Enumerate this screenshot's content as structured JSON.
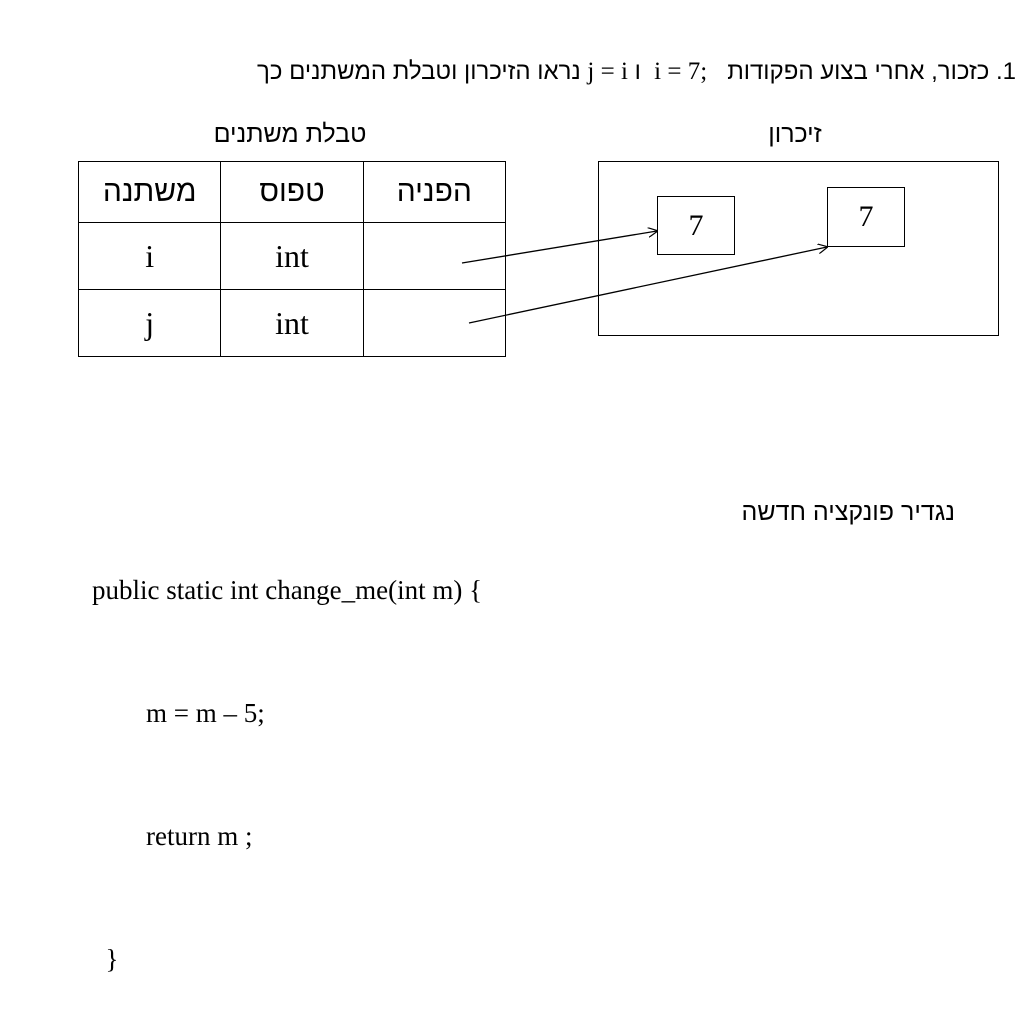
{
  "header": {
    "prefix": "1. כזכור, אחרי בצוע הפקודות",
    "code1": "i = 7;",
    "and": "ו",
    "code2": "j = i",
    "suffix": "נראו הזיכרון וטבלת המשתנים כך"
  },
  "table": {
    "title": "טבלת משתנים",
    "columns": [
      "משתנה",
      "טפוס",
      "הפניה"
    ],
    "rows": [
      {
        "variable": "i",
        "type": "int",
        "reference": ""
      },
      {
        "variable": "j",
        "type": "int",
        "reference": ""
      }
    ]
  },
  "memory": {
    "title": "זיכרון",
    "cells": [
      "7",
      "7"
    ]
  },
  "code": {
    "lines": [
      "public static int change_me(int m) {",
      "        m = m – 5;",
      "        return m ;",
      "  }"
    ]
  },
  "note": "נגדיר פונקציה חדשה"
}
